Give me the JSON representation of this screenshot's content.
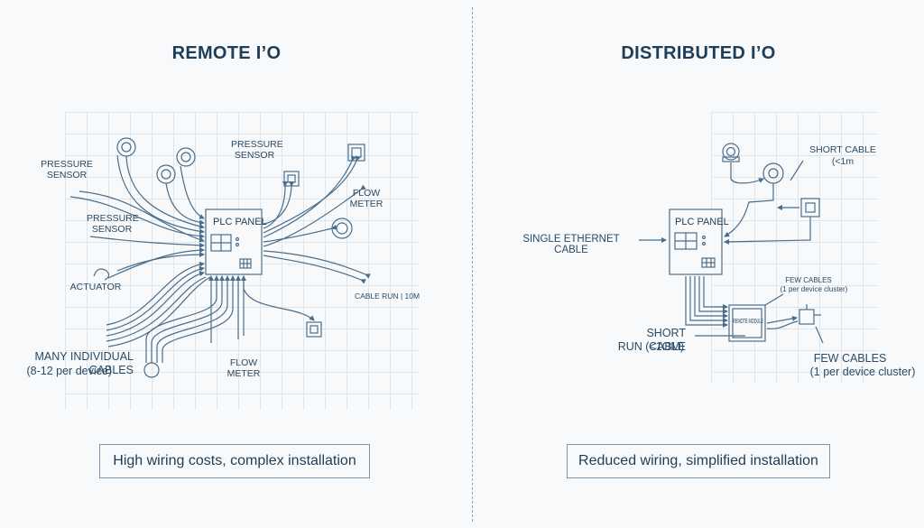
{
  "remote": {
    "title": "REMOTE I’O",
    "labels": {
      "pressure_sensor_1": "PRESSURE SENSOR",
      "pressure_sensor_2": "PRESSURE SENSOR",
      "pressure_sensor_3": "PRESSURE SENSOR",
      "actuator": "ACTUATOR",
      "flow_meter_right": "FLOW METER",
      "flow_meter_bottom": "FLOW METER",
      "many_cables": "MANY INDIVIDUAL CABLES",
      "many_cables_sub": "(8-12 per device)",
      "cable_run": "CABLE RUN | 10m"
    },
    "plc_label": "PLC PANEL",
    "caption": "High wiring costs, complex installation"
  },
  "distributed": {
    "title": "DISTRIBUTED I’O",
    "labels": {
      "short_cable_top": "SHORT CABLE",
      "short_cable_top_sub": "(<1m",
      "single_ethernet": "SINGLE ETHERNET CABLE",
      "few_cables_small": "FEW CABLES",
      "few_cables_small_sub": "(1 per device cluster)",
      "short_cable_run": "SHORT CABLE",
      "short_cable_run_sub": "RUN (<1om)",
      "few_cables": "FEW CABLES",
      "few_cables_sub": "(1 per device cluster)"
    },
    "plc_label": "PLC PANEL",
    "module_label": "REMOTE MODULE",
    "caption": "Reduced wiring, simplified installation"
  },
  "colors": {
    "line": "#4a6d8c",
    "text": "#1e3d58",
    "grid": "#dde6ec",
    "background": "#f7f9fa"
  }
}
